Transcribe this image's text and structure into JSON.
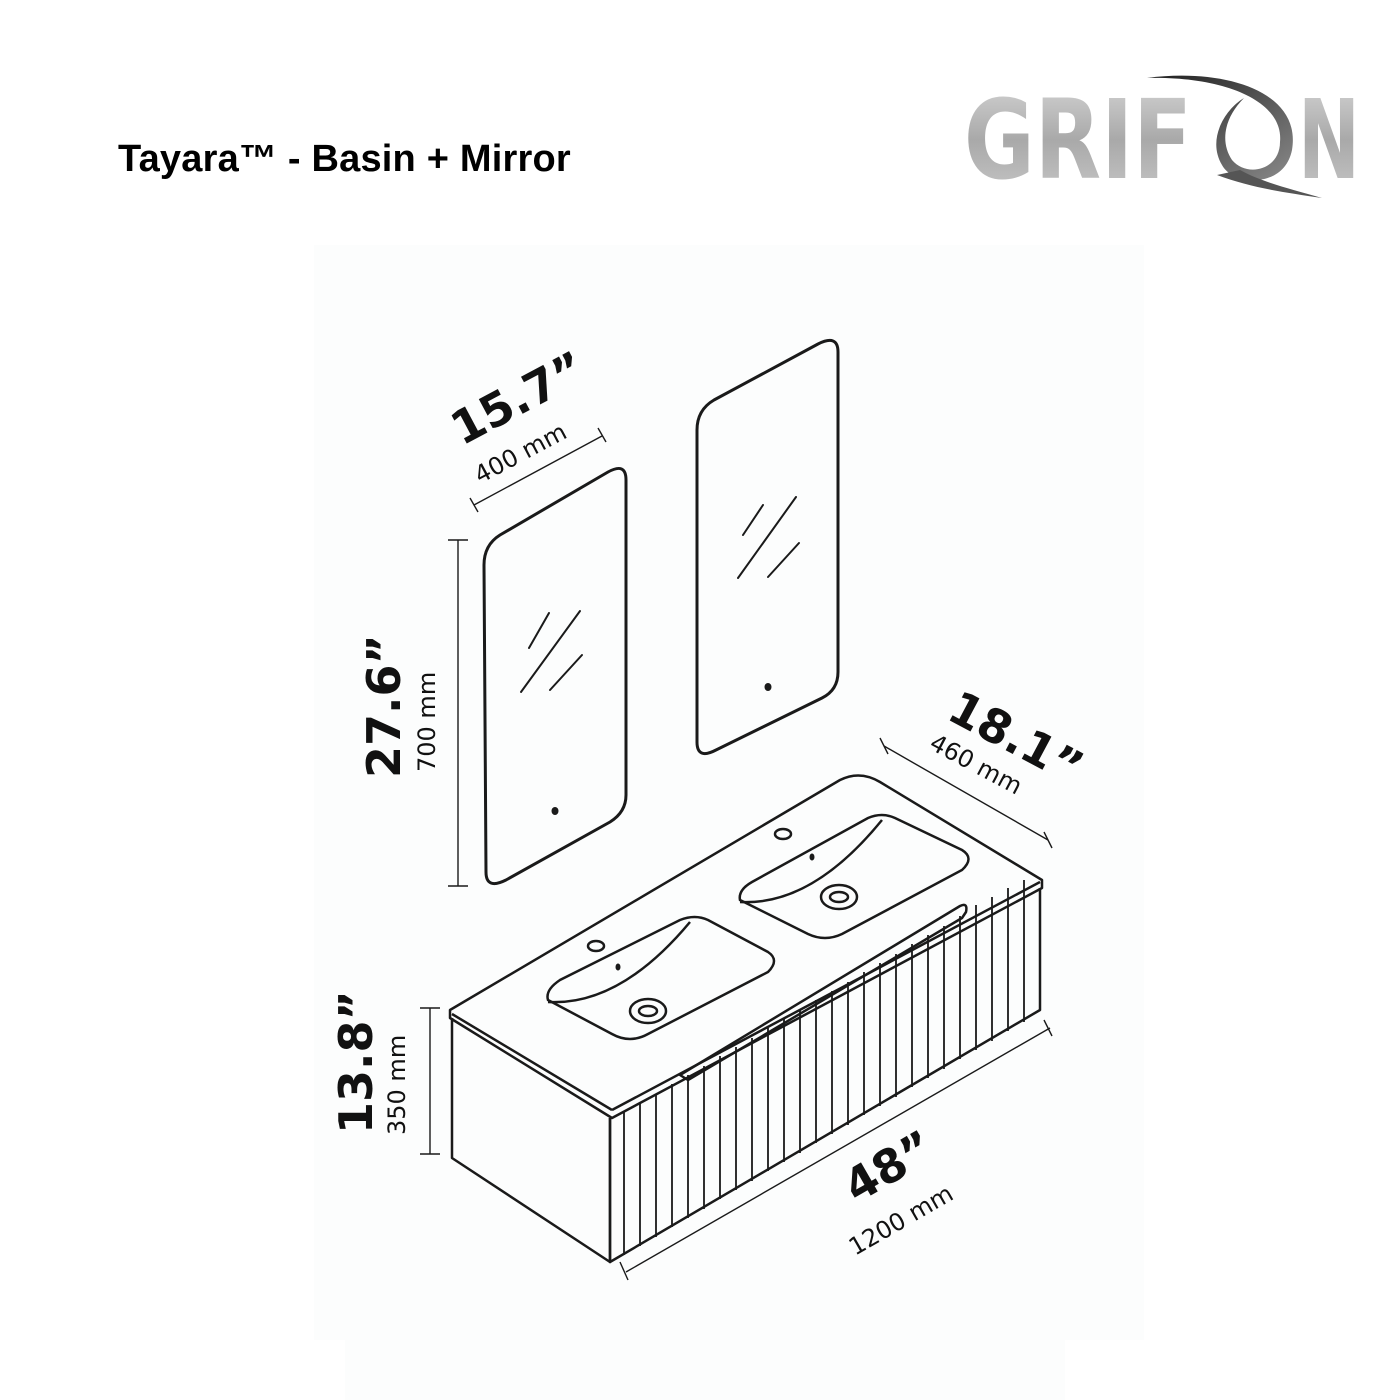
{
  "header": {
    "title": "Tayara™  - Basin + Mirror",
    "brand_logo_text": "GRIFON"
  },
  "diagram": {
    "subject": "Double basin vanity with two mirrors",
    "dimensions": {
      "mirror_width": {
        "inches": "15.7”",
        "mm": "400 mm"
      },
      "mirror_height": {
        "inches": "27.6”",
        "mm": "700 mm"
      },
      "cabinet_depth": {
        "inches": "18.1”",
        "mm": "460 mm"
      },
      "cabinet_height": {
        "inches": "13.8”",
        "mm": "350 mm"
      },
      "cabinet_width": {
        "inches": "48”",
        "mm": "1200 mm"
      }
    },
    "colors": {
      "line": "#1a1a1a",
      "panel_background": "#fcfdfd",
      "logo_silver": "#b8b8b8",
      "logo_dark": "#3a3a3a"
    }
  }
}
